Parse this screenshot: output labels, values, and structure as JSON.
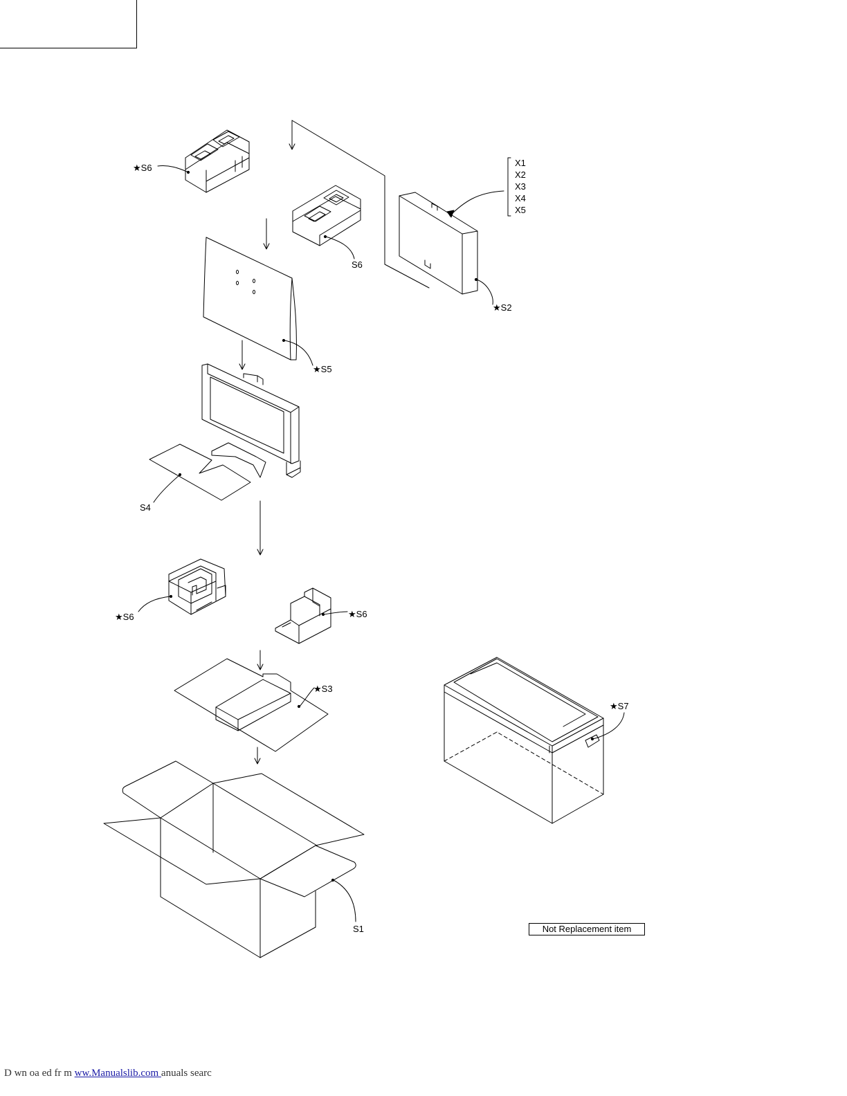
{
  "labels": {
    "s6_top_left": "★S6",
    "s6_top_mid": "S6",
    "s2": "★S2",
    "s5": "★S5",
    "s4": "S4",
    "s6_mid_left": "★S6",
    "s6_mid_right": "★S6",
    "s3": "★S3",
    "s7": "★S7",
    "s1": "S1"
  },
  "accessory_list": [
    "X1",
    "X2",
    "X3",
    "X4",
    "X5"
  ],
  "legend": {
    "text": "Not Replacement item"
  },
  "footer": {
    "prefix": "D  wn oa  ed fr  m ",
    "link": " ww.Manualslib.com ",
    "suffix": "  anuals searc"
  }
}
